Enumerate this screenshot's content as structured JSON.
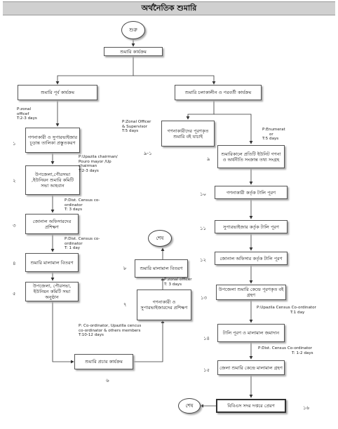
{
  "title": "অর্থনৈতিক শুমারি",
  "start": "শুরু",
  "end_left": "শেষ",
  "end_bottom": "শেষ",
  "main": "শুমারি কার্যক্রম",
  "pre": "শুমারি পূর্ব কার্যক্রম",
  "during": "শুমারি চলাকালীন ও পরবর্তী কার্যক্রম",
  "left_boxes": [
    "গণনাকারী ও সুপারভাইজার চূড়ান্ত তালিকা প্রস্তুতকরণ",
    "উপজেলা,পৌরসভা ,ইউনিয়ন শুমারি কমিটি সভা আহবান",
    "জোনাল অফিসারদের প্রশিক্ষণ",
    "শুমারি মালামাল বিতরণ",
    "উপজেলা, পৌরসভা, ইউনিয়ন কমিটি সভা অনুষ্ঠান"
  ],
  "left_nums": [
    "১",
    "২",
    "৩",
    "৪",
    "৫"
  ],
  "publicity": "শুমারি প্রচার কার্যক্রম",
  "num6": "৬",
  "mid_boxes": {
    "training": "গণনাকারী ও সুপারভাইজারদের প্রশিক্ষণ",
    "distribution": "শুমারি মালামাল বিতরণ",
    "book_check": "গণনাকারীদের পূরণকৃত শুমারি বই যাচাই"
  },
  "mid_nums": {
    "training": "৭",
    "distribution": "৮",
    "book_check": "৯-১"
  },
  "right_boxes": [
    "শুমারিকালে প্রতিটি ইউনিট গণনা ও অর্থনীতি সংক্রান্ত তথ্য সংগ্রহ",
    "গণনাকারী কর্তৃক টালি পূরণ",
    "সুপারভাইজার কর্তৃক টালি পূরণ",
    "জোনাল অফিসার কর্তৃক টালি পূরণ",
    "উপজেলা শুমারি কেন্দ্রে পূরণকৃত বই গ্রহণ",
    "টালি পূরণ ও মালামাল জমাদান",
    "জেলা শুমারি কেন্দ্রে মালামাল গ্রহণ",
    "বিবিএস সদর দপ্তরে প্রেরণ"
  ],
  "right_nums": [
    "৯",
    "১০",
    "১১",
    "১২",
    "১৩",
    "১৪",
    "১৫",
    "১৬"
  ],
  "notes": {
    "zonal_left": [
      "P:zonal",
      "officef",
      "T:2-3 days"
    ],
    "upazila_chair": [
      "P:Upazila chairman/",
      "Pouro mayor /Up",
      "chairman",
      "T:2-3 days"
    ],
    "dist_census_1": [
      "P:Dist. Census co-",
      "ordinator",
      "T: 3 days"
    ],
    "dist_census_2": [
      "P:Dist. Census co-",
      "ordinator",
      "T: 1 day"
    ],
    "coordinator": [
      "P: Co-ordinator, Upazilla cencus",
      "co-ordinator & others members",
      "T:10-12 days"
    ],
    "zonal_mid": [
      "P:zonal officer",
      "T: 3 days"
    ],
    "zonal_sup": [
      "P:Zonal Officer",
      "& Supervisor",
      "T:5 days"
    ],
    "enumerator": [
      "P:Enumerat",
      "or",
      "T:5 days"
    ],
    "upazila_census": [
      "P:Upazila Census Co-ordinator",
      "T:1 day"
    ],
    "dist_census_3": [
      "P:Dist.  Census Co-ordinator",
      "T: 1-2 days"
    ]
  }
}
